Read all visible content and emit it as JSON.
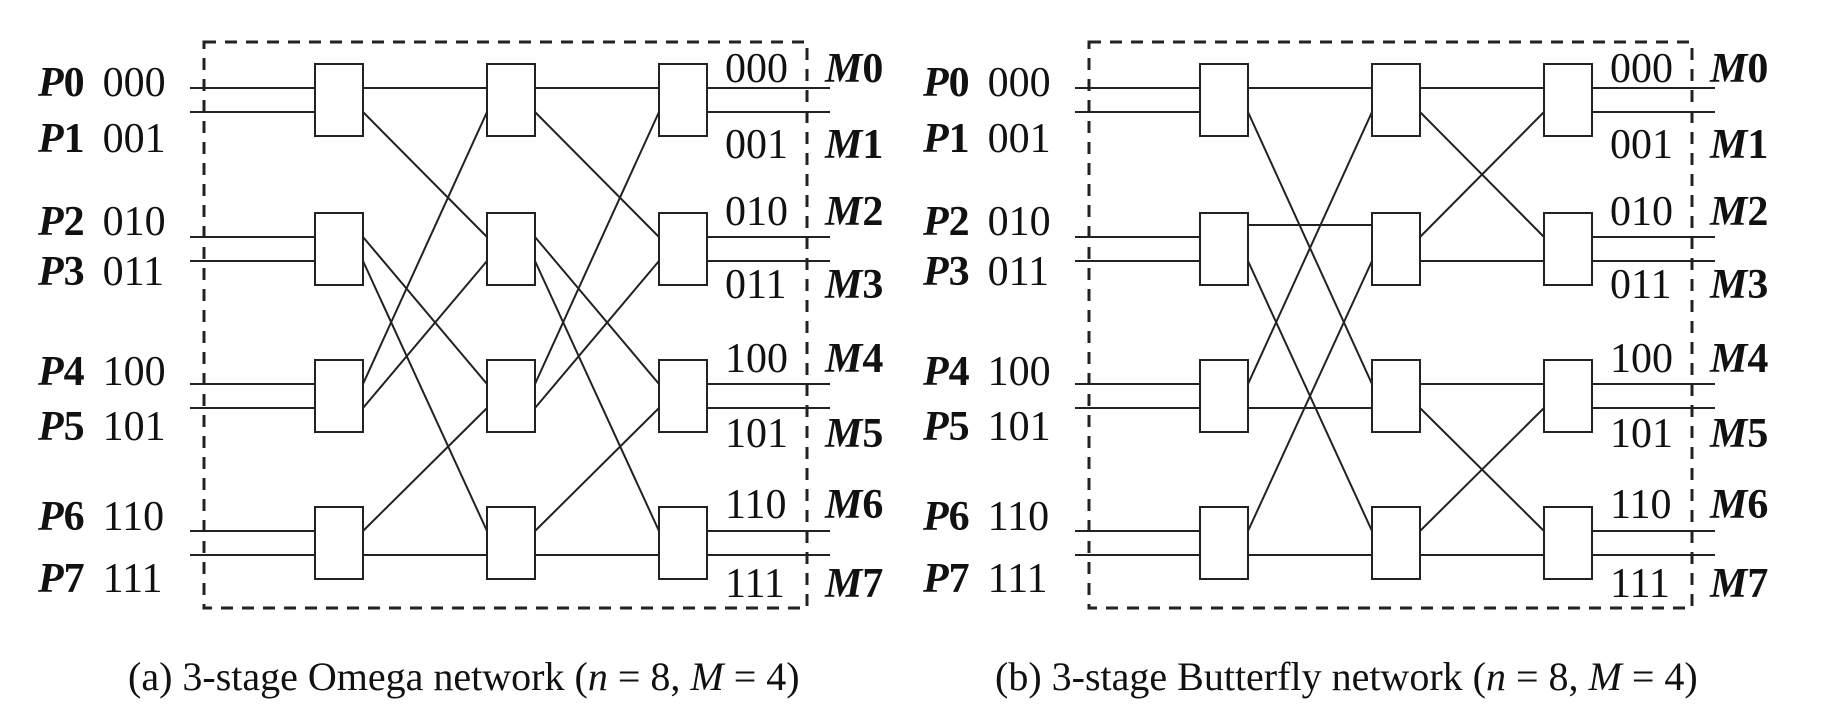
{
  "networks": [
    {
      "inputs": [
        {
          "p": "P",
          "d": "0",
          "bin": "000"
        },
        {
          "p": "P",
          "d": "1",
          "bin": "001"
        },
        {
          "p": "P",
          "d": "2",
          "bin": "010"
        },
        {
          "p": "P",
          "d": "3",
          "bin": "011"
        },
        {
          "p": "P",
          "d": "4",
          "bin": "100"
        },
        {
          "p": "P",
          "d": "5",
          "bin": "101"
        },
        {
          "p": "P",
          "d": "6",
          "bin": "110"
        },
        {
          "p": "P",
          "d": "7",
          "bin": "111"
        }
      ],
      "outputs": [
        {
          "bin": "000",
          "m": "M",
          "d": "0"
        },
        {
          "bin": "001",
          "m": "M",
          "d": "1"
        },
        {
          "bin": "010",
          "m": "M",
          "d": "2"
        },
        {
          "bin": "011",
          "m": "M",
          "d": "3"
        },
        {
          "bin": "100",
          "m": "M",
          "d": "4"
        },
        {
          "bin": "101",
          "m": "M",
          "d": "5"
        },
        {
          "bin": "110",
          "m": "M",
          "d": "6"
        },
        {
          "bin": "111",
          "m": "M",
          "d": "7"
        }
      ],
      "caption": {
        "pre": "(a) 3-stage Omega network (",
        "n": "n",
        "eq1": " = 8, ",
        "M": "M",
        "eq2": " = 4)"
      }
    },
    {
      "inputs": [
        {
          "p": "P",
          "d": "0",
          "bin": "000"
        },
        {
          "p": "P",
          "d": "1",
          "bin": "001"
        },
        {
          "p": "P",
          "d": "2",
          "bin": "010"
        },
        {
          "p": "P",
          "d": "3",
          "bin": "011"
        },
        {
          "p": "P",
          "d": "4",
          "bin": "100"
        },
        {
          "p": "P",
          "d": "5",
          "bin": "101"
        },
        {
          "p": "P",
          "d": "6",
          "bin": "110"
        },
        {
          "p": "P",
          "d": "7",
          "bin": "111"
        }
      ],
      "outputs": [
        {
          "bin": "000",
          "m": "M",
          "d": "0"
        },
        {
          "bin": "001",
          "m": "M",
          "d": "1"
        },
        {
          "bin": "010",
          "m": "M",
          "d": "2"
        },
        {
          "bin": "011",
          "m": "M",
          "d": "3"
        },
        {
          "bin": "100",
          "m": "M",
          "d": "4"
        },
        {
          "bin": "101",
          "m": "M",
          "d": "5"
        },
        {
          "bin": "110",
          "m": "M",
          "d": "6"
        },
        {
          "bin": "111",
          "m": "M",
          "d": "7"
        }
      ],
      "caption": {
        "pre": "(b) 3-stage Butterfly network (",
        "n": "n",
        "eq1": " = 8, ",
        "M": "M",
        "eq2": " = 4)"
      }
    }
  ]
}
